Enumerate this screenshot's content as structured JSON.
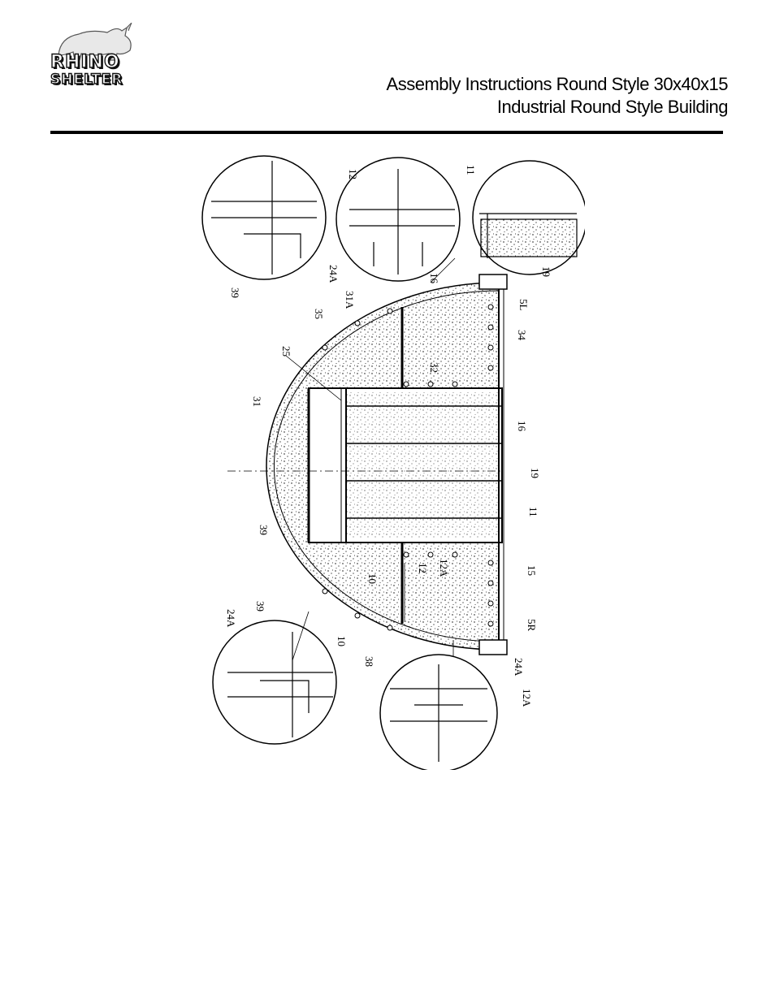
{
  "logo": {
    "line1": "RHINO",
    "line2": "SHELTER"
  },
  "header": {
    "title_line1": "Assembly Instructions Round Style 30x40x15",
    "title_line2": "Industrial Round Style Building"
  },
  "callouts": {
    "c12": "12",
    "c11": "11",
    "c24A": "24A",
    "c16": "16",
    "c19": "19",
    "c39": "39",
    "c31A": "31A",
    "c35": "35",
    "c25": "25",
    "c5L": "5L",
    "c34": "34",
    "c32": "32",
    "c31": "31",
    "c16b": "16",
    "c19b": "19",
    "c11b": "11",
    "c39b": "39",
    "c10": "10",
    "c12b": "12",
    "c12A": "12A",
    "c15": "15",
    "c24Ab": "24A",
    "c39c": "39",
    "c10b": "10",
    "c38": "38",
    "c5R": "5R",
    "c24Ac": "24A",
    "c12Ab": "12A"
  }
}
